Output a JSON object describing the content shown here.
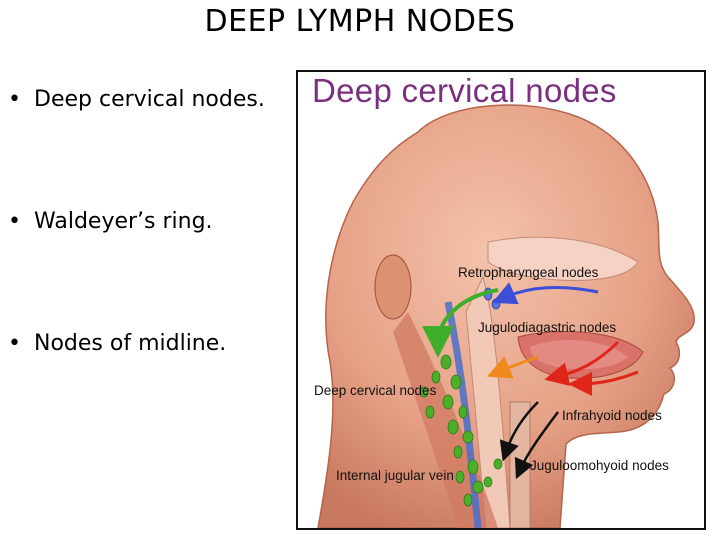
{
  "slide": {
    "title": "DEEP LYMPH NODES",
    "bullets": [
      {
        "marker": "•",
        "text": "Deep cervical nodes."
      },
      {
        "marker": "•",
        "text": "Waldeyer’s ring."
      },
      {
        "marker": "•",
        "text": "Nodes of midline."
      }
    ]
  },
  "figure": {
    "title": "Deep cervical nodes",
    "labels": {
      "retropharyngeal": "Retropharyngeal nodes",
      "jugulodigastric": "Jugulodiagastric nodes",
      "deep_cervical": "Deep cervical nodes",
      "infrahyoid": "Infrahyoid nodes",
      "internal_jugular": "Internal jugular vein",
      "juguloomohyoid": "Juguloomohyoid nodes"
    },
    "colors": {
      "title": "#7b2f7f",
      "skin": "#e8a58c",
      "nodes": "#4caf2a",
      "arrow_blue": "#3b4fd8",
      "arrow_red": "#e0251b",
      "arrow_green": "#3fae2a",
      "arrow_orange": "#f08a1c"
    }
  }
}
